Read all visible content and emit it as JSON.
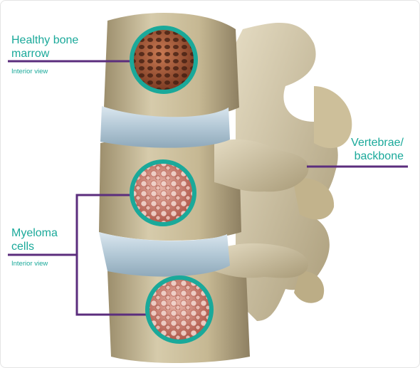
{
  "labels": {
    "healthy_title": "Healthy bone marrow",
    "healthy_sub": "Interior view",
    "myeloma_title": "Myeloma cells",
    "myeloma_sub": "Interior view",
    "vertebrae_title": "Vertebrae/ backbone"
  },
  "colors": {
    "callout_line": "#5b2d7d",
    "ring": "#1aa99a",
    "text": "#1aa99a",
    "bone": "#cbbd98",
    "disc": "#b9ccd8"
  },
  "icons": {
    "healthy_detail": "healthy-marrow-icon",
    "myeloma_detail": "myeloma-cells-icon"
  }
}
